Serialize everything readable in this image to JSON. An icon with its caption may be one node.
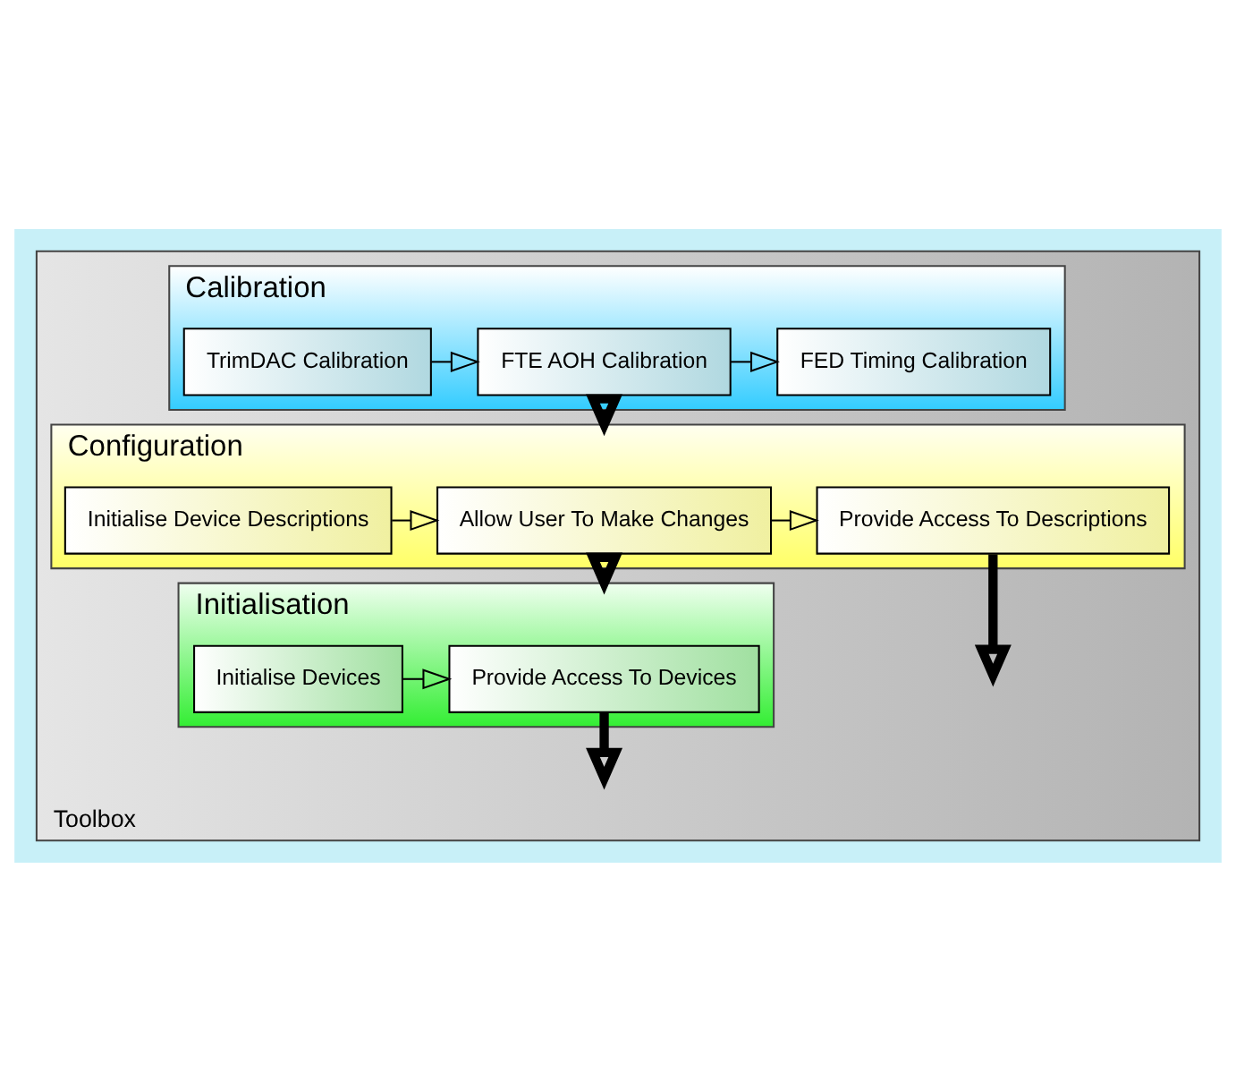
{
  "diagram": {
    "nodes": [
      {
        "text": [
          "Toolbox"
        ]
      },
      {
        "text": [
          "Calibration"
        ],
        "in": 0
      },
      {
        "text": [
          "TrimDAC Calibration"
        ],
        "in": 1
      },
      {
        "text": [
          "FTE AOH Calibration"
        ],
        "in": 1
      },
      {
        "text": [
          "FED Timing Calibration"
        ],
        "in": 1
      },
      {
        "text": [
          "Configuration"
        ],
        "in": 0
      },
      {
        "text": [
          "Initialise Device Descriptions"
        ],
        "in": 5
      },
      {
        "text": [
          "Allow User To Make Changes"
        ],
        "in": 5
      },
      {
        "text": [
          "Provide Access To Descriptions"
        ],
        "in": 5
      },
      {
        "text": [
          "Initialisation"
        ],
        "in": 0
      },
      {
        "text": [
          "Initialise Devices"
        ],
        "in": 9
      },
      {
        "text": [
          "Provide Access To Devices"
        ],
        "in": 9
      }
    ],
    "edges": [
      {
        "from": 2,
        "to": 3,
        "arrow": "to"
      },
      {
        "from": 3,
        "to": 4,
        "arrow": "to"
      },
      {
        "from": 1,
        "to": 5,
        "arrow": "to",
        "style": "thick"
      },
      {
        "from": 6,
        "to": 7,
        "arrow": "to"
      },
      {
        "from": 7,
        "to": 8,
        "arrow": "to"
      },
      {
        "from": 8,
        "to": null,
        "arrow": "to",
        "style": "thick"
      },
      {
        "from": 5,
        "to": 9,
        "arrow": "to",
        "style": "thick"
      },
      {
        "from": 10,
        "to": 11,
        "arrow": "to"
      },
      {
        "from": 11,
        "to": null,
        "arrow": "to",
        "style": "thick"
      }
    ]
  }
}
